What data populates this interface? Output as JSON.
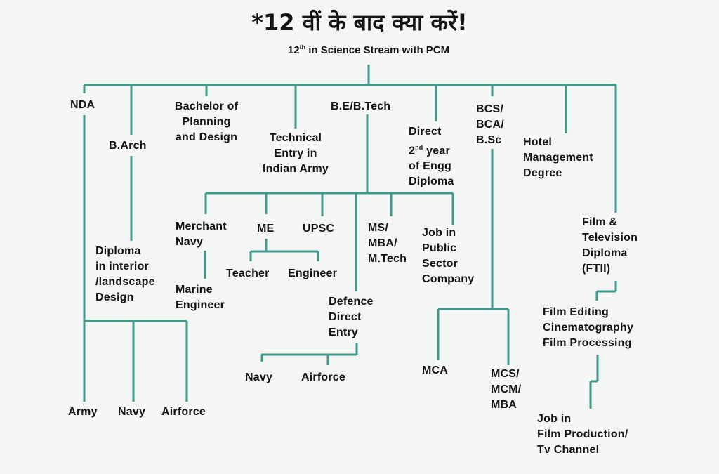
{
  "title": "*12 वीं के बाद क्या करें!",
  "subtitle": {
    "pre": "12",
    "sup": "th",
    "post": " in Science Stream with PCM"
  },
  "line_color": "#3f9a8c",
  "nodes": {
    "nda": "NDA",
    "barch": "B.Arch",
    "planning": "Bachelor of\nPlanning\nand Design",
    "technical": "Technical\nEntry in\nIndian Army",
    "betech": "B.E/B.Tech",
    "direct_pre": "Direct\n2",
    "direct_sup": "nd",
    "direct_post": " year\nof Engg\nDiploma",
    "bcs": "BCS/\nBCA/\nB.Sc",
    "hotel": "Hotel\nManagement\nDegree",
    "merchant": "Merchant\nNavy",
    "me": "ME",
    "upsc": "UPSC",
    "ms": "MS/\nMBA/\nM.Tech",
    "psu": "Job in\nPublic\nSector\nCompany",
    "diploma_interior": "Diploma\nin interior\n/landscape\nDesign",
    "teacher": "Teacher",
    "engineer": "Engineer",
    "marine": "Marine\nEngineer",
    "defence": "Defence\nDirect\nEntry",
    "def_navy": "Navy",
    "def_airforce": "Airforce",
    "mca": "MCA",
    "mcs": "MCS/\nMCM/\nMBA",
    "army": "Army",
    "nda_navy": "Navy",
    "nda_airforce": "Airforce",
    "film": "Film &\nTelevision\nDiploma\n(FTII)",
    "film_editing": "Film Editing\nCinematography\nFilm Processing",
    "film_job": "Job in\nFilm Production/\nTv Channel"
  }
}
